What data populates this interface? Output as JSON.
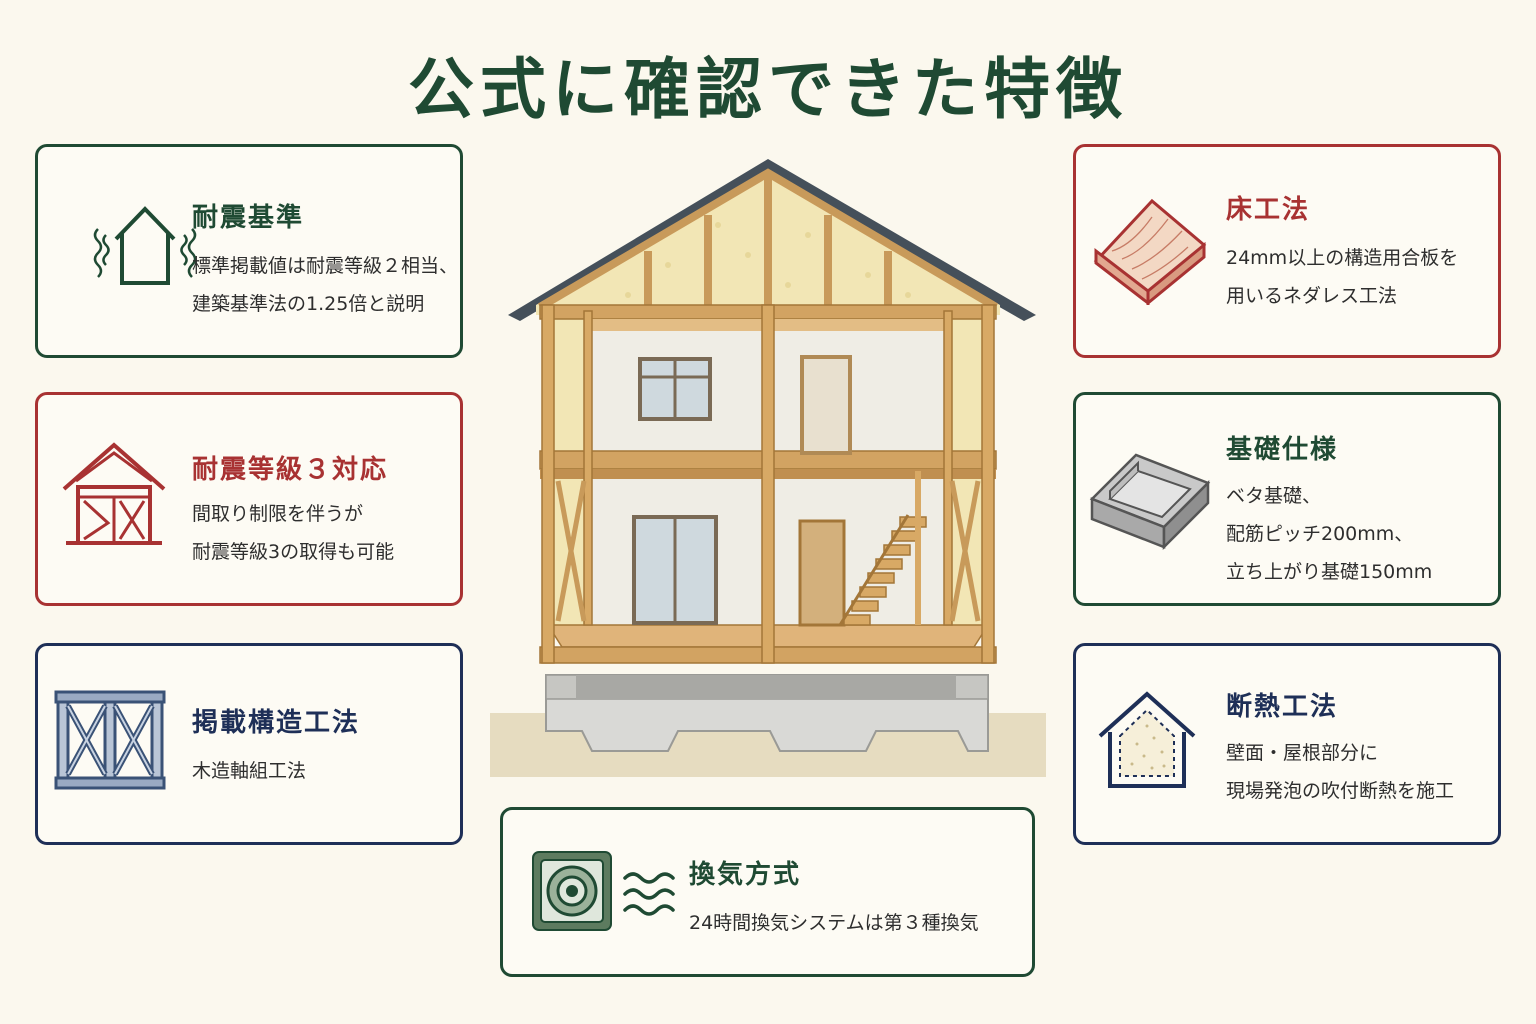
{
  "title": "公式に確認できた特徴",
  "cards": {
    "seismic_standard": {
      "heading": "耐震基準",
      "lines": [
        "標準掲載値は耐震等級２相当、",
        "建築基準法の1.25倍と説明"
      ],
      "color": "#1f4a33",
      "icon": "shaking-house-icon"
    },
    "seismic_grade3": {
      "heading": "耐震等級３対応",
      "lines": [
        "間取り制限を伴うが",
        "耐震等級3の取得も可能"
      ],
      "color": "#a83232",
      "icon": "braced-house-icon"
    },
    "structure": {
      "heading": "掲載構造工法",
      "lines": [
        "木造軸組工法"
      ],
      "color": "#1e2f57",
      "icon": "timber-frame-icon"
    },
    "floor": {
      "heading": "床工法",
      "lines": [
        "24mm以上の構造用合板を",
        "用いるネダレス工法"
      ],
      "color": "#a83232",
      "icon": "plywood-board-icon"
    },
    "foundation": {
      "heading": "基礎仕様",
      "lines": [
        "ベタ基礎、",
        "配筋ピッチ200mm、",
        "立ち上がり基礎150mm"
      ],
      "color": "#1f4a33",
      "icon": "concrete-foundation-icon"
    },
    "insulation": {
      "heading": "断熱工法",
      "lines": [
        "壁面・屋根部分に",
        "現場発泡の吹付断熱を施工"
      ],
      "color": "#1e2f57",
      "icon": "insulated-house-icon"
    },
    "ventilation": {
      "heading": "換気方式",
      "lines": [
        "24時間換気システムは第３種換気"
      ],
      "color": "#1f4a33",
      "icon": "ventilation-fan-icon"
    }
  }
}
